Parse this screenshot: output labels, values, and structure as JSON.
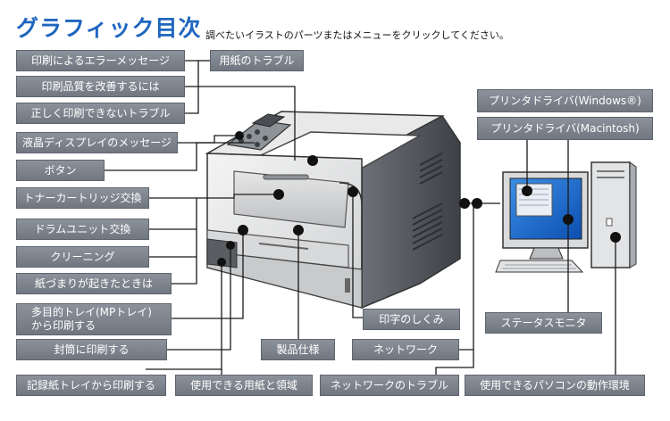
{
  "header": {
    "title": "グラフィック目次",
    "subtitle": "調べたいイラストのパーツまたはメニューをクリックしてください。"
  },
  "menu": {
    "error_msg": "印刷によるエラーメッセージ",
    "quality": "印刷品質を改善するには",
    "cannot_print": "正しく印刷できないトラブル",
    "lcd_msg": "液晶ディスプレイのメッセージ",
    "buttons": "ボタン",
    "toner": "トナーカートリッジ交換",
    "drum": "ドラムユニット交換",
    "cleaning": "クリーニング",
    "jam": "紙づまりが起きたときは",
    "mp_tray_1": "多目的トレイ(MPトレイ)",
    "mp_tray_2": "から印刷する",
    "envelope": "封筒に印刷する",
    "paper_tray": "記録紙トレイから印刷する",
    "paper_trouble": "用紙のトラブル",
    "usable_paper": "使用できる用紙と領域",
    "specs": "製品仕様",
    "print_mech": "印字のしくみ",
    "network": "ネットワーク",
    "network_trouble": "ネットワークのトラブル",
    "driver_win": "プリンタドライバ(Windows®)",
    "driver_mac": "プリンタドライバ(Macintosh)",
    "status_monitor": "ステータスモニタ",
    "pc_env": "使用できるパソコンの動作環境"
  }
}
